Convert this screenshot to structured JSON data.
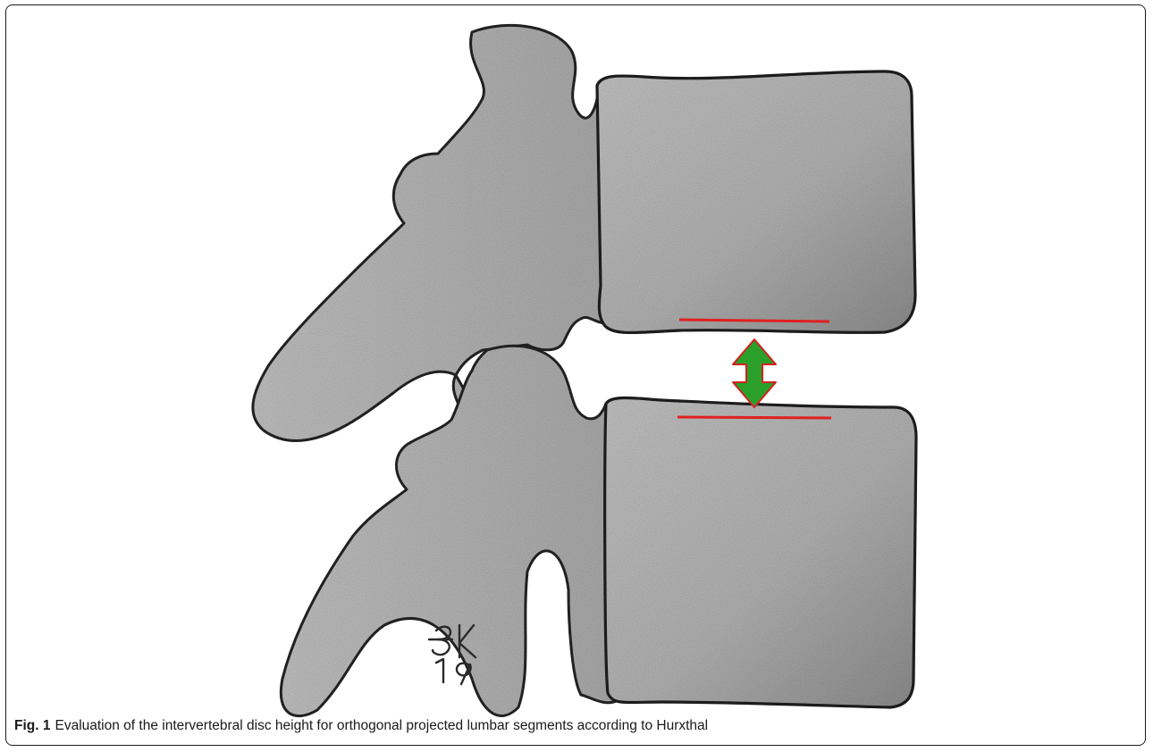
{
  "figure": {
    "label": "Fig. 1",
    "caption": "Evaluation of the intervertebral disc height for orthogonal projected lumbar segments according to Hurxthal",
    "signature": "BK 19",
    "colors": {
      "bone_fill": "#b9b9b9",
      "bone_outline": "#2a2a2a",
      "endplate_line": "#e0201f",
      "arrow_fill": "#2aa02a",
      "arrow_outline": "#d42020"
    }
  }
}
